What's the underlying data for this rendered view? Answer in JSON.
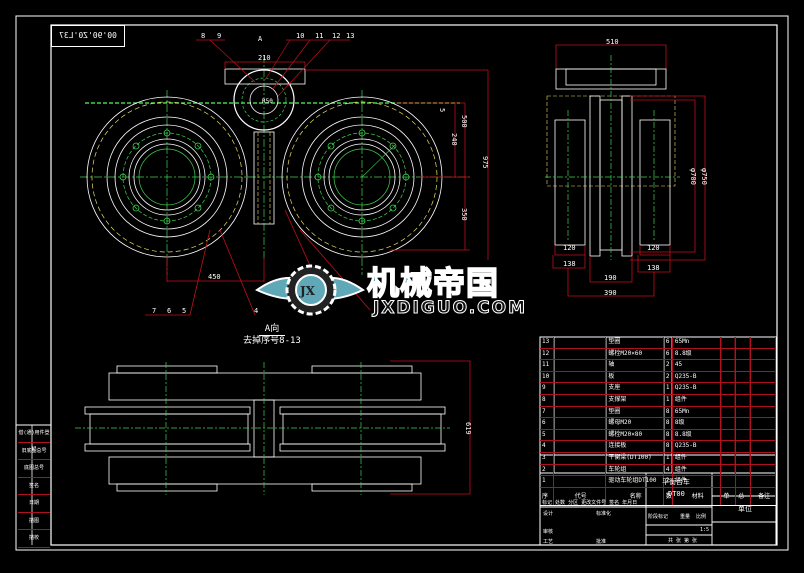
{
  "drawing": {
    "code_box": "00'90'Z0'L37",
    "background": "#000000",
    "colors": {
      "outline": "#ffffff",
      "dimension": "#c0101c",
      "centerline": "#3fd24f",
      "hidden": "#e8e060",
      "logo": "#5fa8b8"
    }
  },
  "top_view": {
    "balloons_top": [
      "8",
      "9",
      "10",
      "11",
      "12",
      "13"
    ],
    "view_arrow": "A",
    "dim_top": "210",
    "dim_right_small": "5",
    "dim_500": "500",
    "dim_240": "240",
    "dim_975": "975",
    "dim_350": "350",
    "dim_450": "450",
    "balloons_bottom_left": [
      "7",
      "6",
      "5"
    ],
    "balloon_4": "4",
    "hub_label": "R50"
  },
  "side_view": {
    "dim_width": "510",
    "dim_phi700": "φ700",
    "dim_phi750": "φ750",
    "dim_120_left": "120",
    "dim_138_left": "138",
    "dim_120_right": "120",
    "dim_138_right": "138",
    "dim_190": "190",
    "dim_390": "390"
  },
  "section_view": {
    "title_line1": "A向",
    "title_line2": "去掉序号8-13",
    "dim_height": "619"
  },
  "watermark": {
    "cn": "机械帝国",
    "en": "JXDIGUO.COM",
    "badge": "JX"
  },
  "bom": {
    "rows": [
      {
        "no": "13",
        "name": "垫圈",
        "qty": "6",
        "mat": "65Mn"
      },
      {
        "no": "12",
        "name": "螺栓M20×60",
        "qty": "6",
        "mat": "8.8级"
      },
      {
        "no": "11",
        "name": "轴",
        "qty": "2",
        "mat": "45"
      },
      {
        "no": "10",
        "name": "板",
        "qty": "2",
        "mat": "Q235-B"
      },
      {
        "no": "9",
        "name": "支座",
        "qty": "1",
        "mat": "Q235-B"
      },
      {
        "no": "8",
        "name": "支撑架",
        "qty": "1",
        "mat": "组件"
      },
      {
        "no": "7",
        "name": "垫圈",
        "qty": "8",
        "mat": "65Mn"
      },
      {
        "no": "6",
        "name": "螺母M20",
        "qty": "8",
        "mat": "8级"
      },
      {
        "no": "5",
        "name": "螺栓M20×80",
        "qty": "8",
        "mat": "8.8级"
      },
      {
        "no": "4",
        "name": "连接板",
        "qty": "8",
        "mat": "Q235-B"
      },
      {
        "no": "3",
        "name": "平衡梁(DT100)",
        "qty": "1",
        "mat": "组件"
      },
      {
        "no": "2",
        "name": "车轮组",
        "qty": "4",
        "mat": "组件"
      },
      {
        "no": "1",
        "name": "驱动车轮组DT100",
        "qty": "2",
        "mat": "组件"
      }
    ],
    "header": {
      "no": "序号",
      "code": "代号",
      "name": "名称",
      "qty": "数量",
      "mat": "材料",
      "unit": "单件",
      "total": "总计",
      "weight": "重量",
      "remark": "备注"
    }
  },
  "title_block": {
    "drawing_name": "平衡台车",
    "drawing_code": "DT00",
    "company": "单位",
    "row_labels": [
      "标记",
      "处数",
      "分区",
      "更改文件号",
      "签名",
      "年月日"
    ],
    "design": "设计",
    "standard": "标准化",
    "review": "审核",
    "craft": "工艺",
    "approve": "批准",
    "stage": "阶段标记",
    "weight": "重量",
    "scale": "比例",
    "scale_value": "1:5",
    "sheets": "共 张 第 张"
  },
  "side_column": [
    "借(通)用件登记",
    "旧底图总号",
    "底图总号",
    "签名",
    "日期",
    "描图",
    "描校"
  ]
}
